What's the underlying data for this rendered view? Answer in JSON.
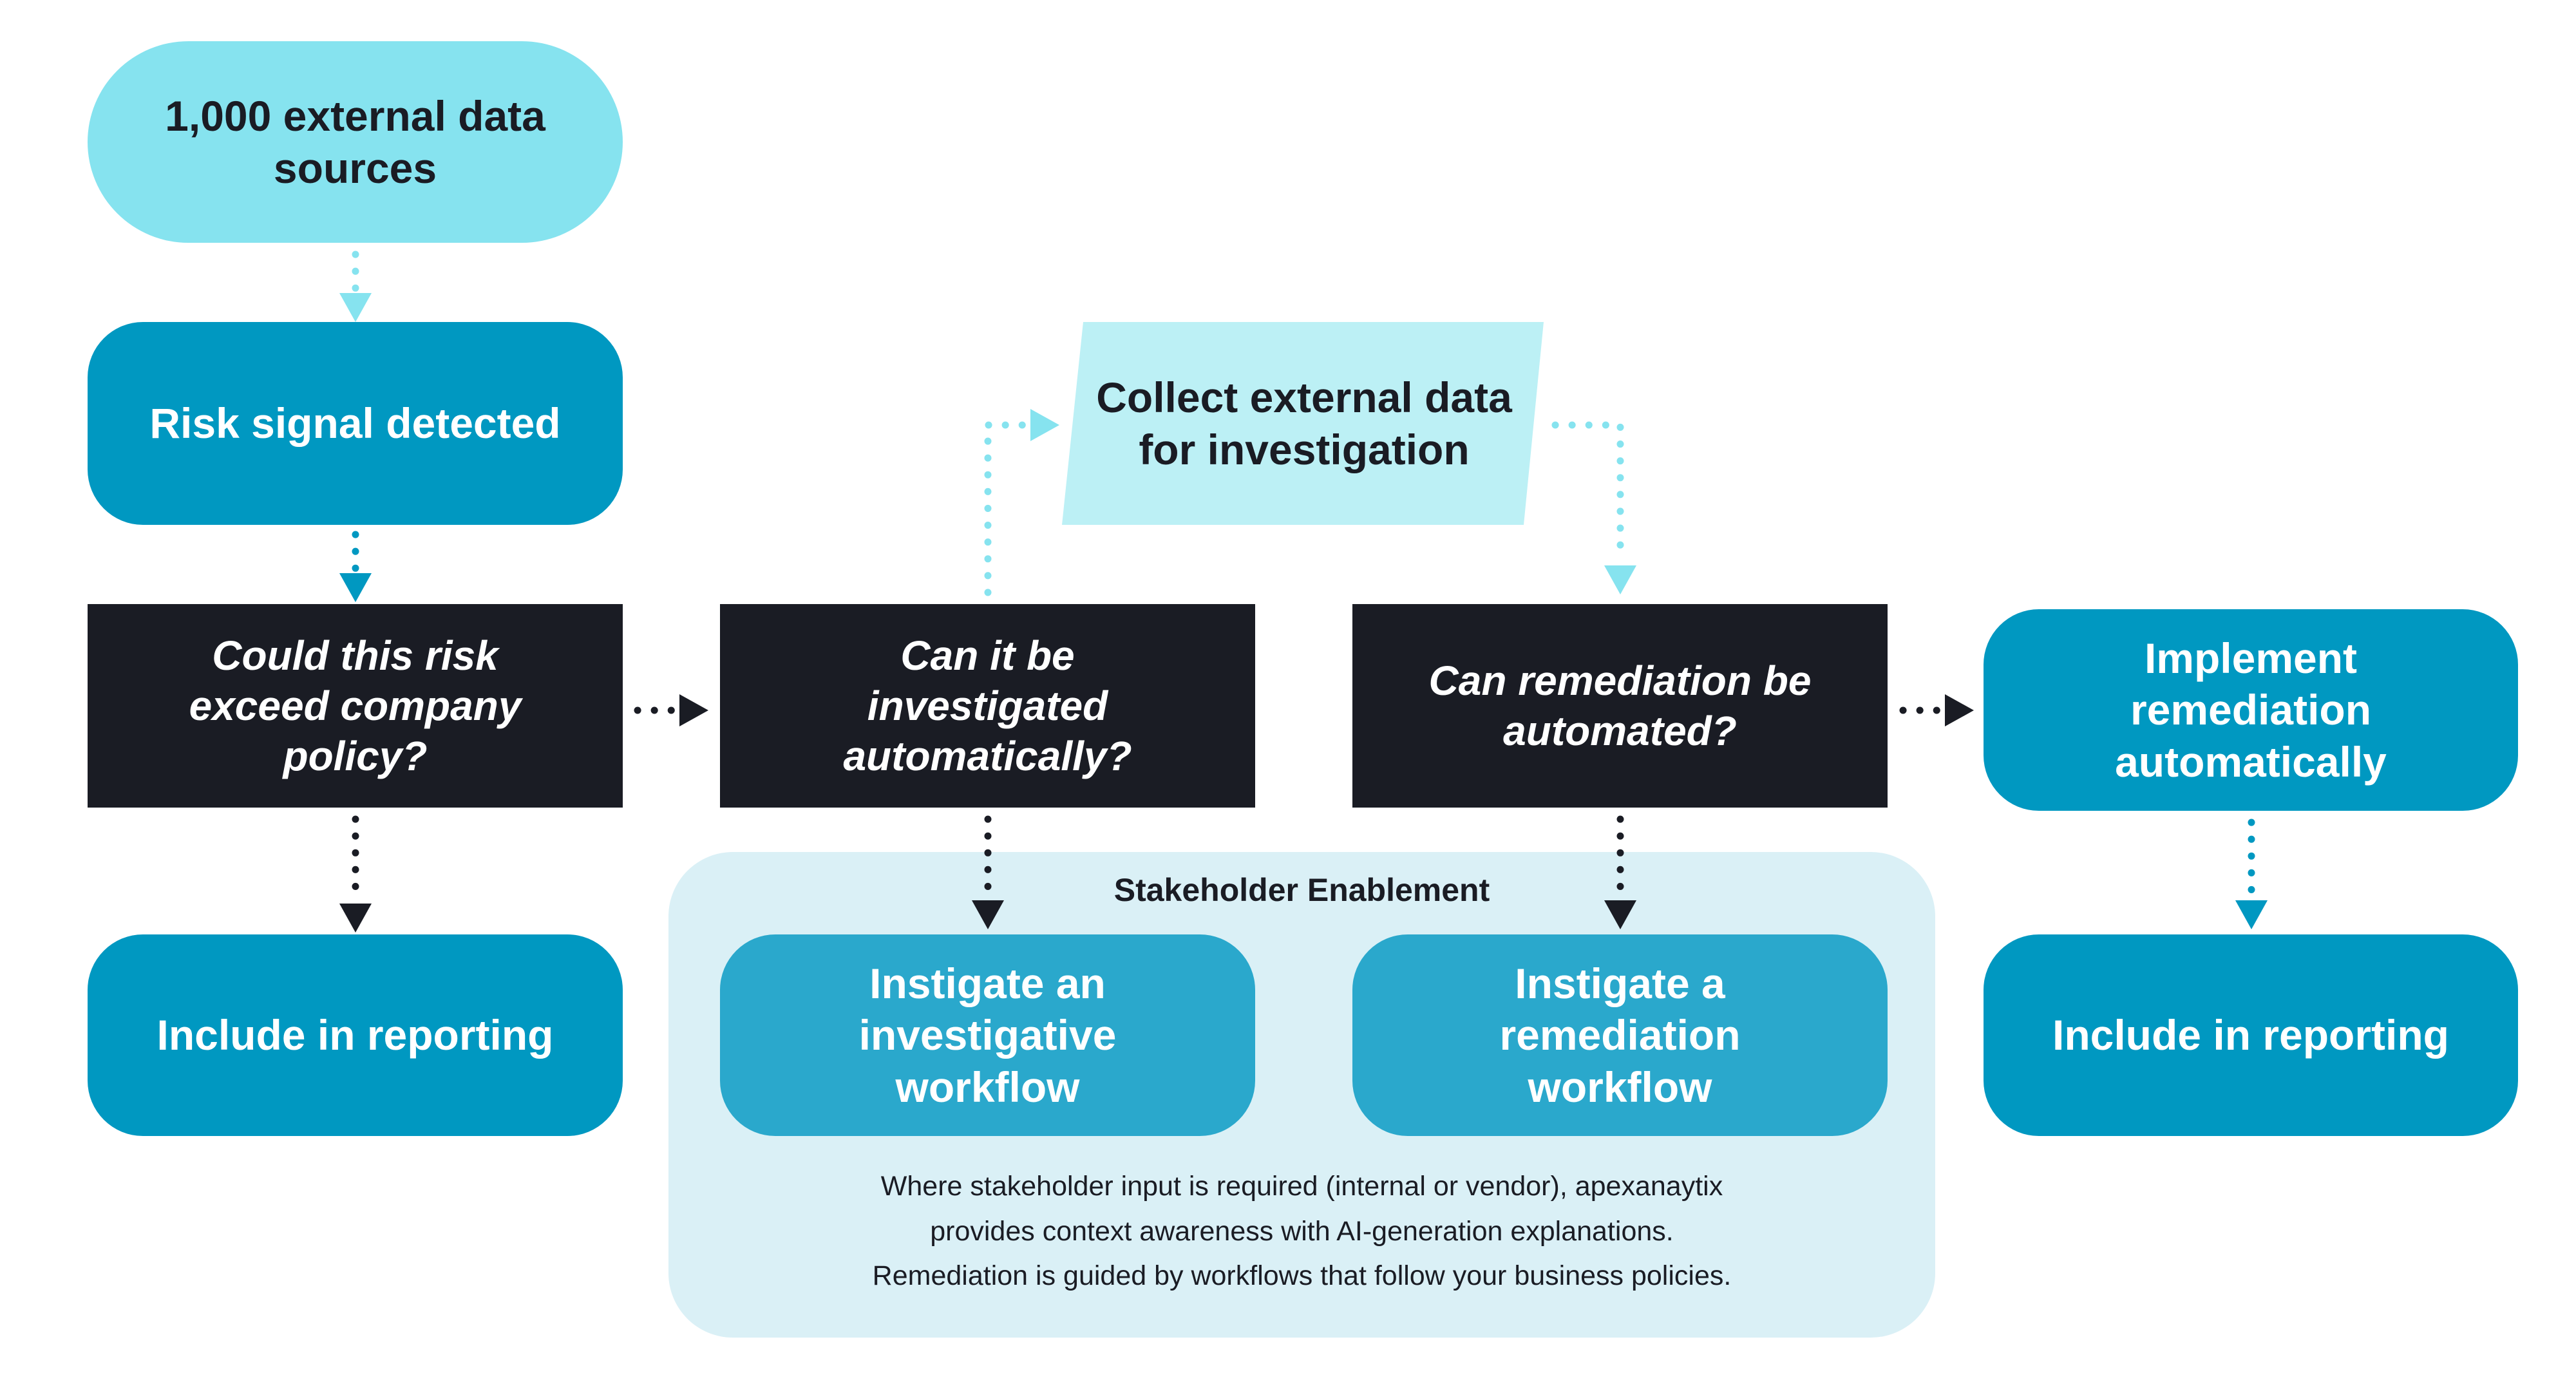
{
  "colors": {
    "source_pill": "#86e3ef",
    "process_teal": "#0098c1",
    "decision_dark": "#1a1c24",
    "workflow_teal": "#2aa8cc",
    "parallelogram": "#bcf0f5",
    "panel_bg": "#daf0f6",
    "arrow_light": "#86e3ef",
    "arrow_teal": "#0098c1",
    "arrow_dark": "#1a1c24"
  },
  "nodes": {
    "sources": "1,000 external data sources",
    "risk_signal": "Risk signal detected",
    "decision_exceed": "Could this risk exceed company policy?",
    "decision_investigate": "Can it be investigated automatically?",
    "collect_data": "Collect external data for investigation",
    "decision_remediate": "Can remediation be automated?",
    "implement_remediation": "Implement remediation automatically",
    "include_reporting_left": "Include in reporting",
    "include_reporting_right": "Include in reporting",
    "investigative_workflow": "Instigate an investigative workflow",
    "remediation_workflow": "Instigate a remediation workflow"
  },
  "stakeholder_panel": {
    "title": "Stakeholder Enablement",
    "description_lines": [
      "Where stakeholder input is required (internal or vendor), apexanaytix",
      "provides context awareness with AI-generation explanations.",
      "Remediation is guided by workflows that follow your business policies."
    ]
  },
  "edges": [
    {
      "from": "sources",
      "to": "risk_signal",
      "style": "dotted",
      "color": "arrow_light"
    },
    {
      "from": "risk_signal",
      "to": "decision_exceed",
      "style": "dotted",
      "color": "arrow_teal"
    },
    {
      "from": "decision_exceed",
      "to": "decision_investigate",
      "style": "dotted",
      "color": "arrow_dark"
    },
    {
      "from": "decision_exceed",
      "to": "include_reporting_left",
      "style": "dotted",
      "color": "arrow_dark"
    },
    {
      "from": "decision_investigate",
      "to": "collect_data",
      "style": "dotted",
      "color": "arrow_light"
    },
    {
      "from": "collect_data",
      "to": "decision_remediate",
      "style": "dotted",
      "color": "arrow_light"
    },
    {
      "from": "decision_investigate",
      "to": "investigative_workflow",
      "style": "dotted",
      "color": "arrow_dark"
    },
    {
      "from": "decision_remediate",
      "to": "remediation_workflow",
      "style": "dotted",
      "color": "arrow_dark"
    },
    {
      "from": "decision_remediate",
      "to": "implement_remediation",
      "style": "dotted",
      "color": "arrow_dark"
    },
    {
      "from": "implement_remediation",
      "to": "include_reporting_right",
      "style": "dotted",
      "color": "arrow_teal"
    }
  ]
}
